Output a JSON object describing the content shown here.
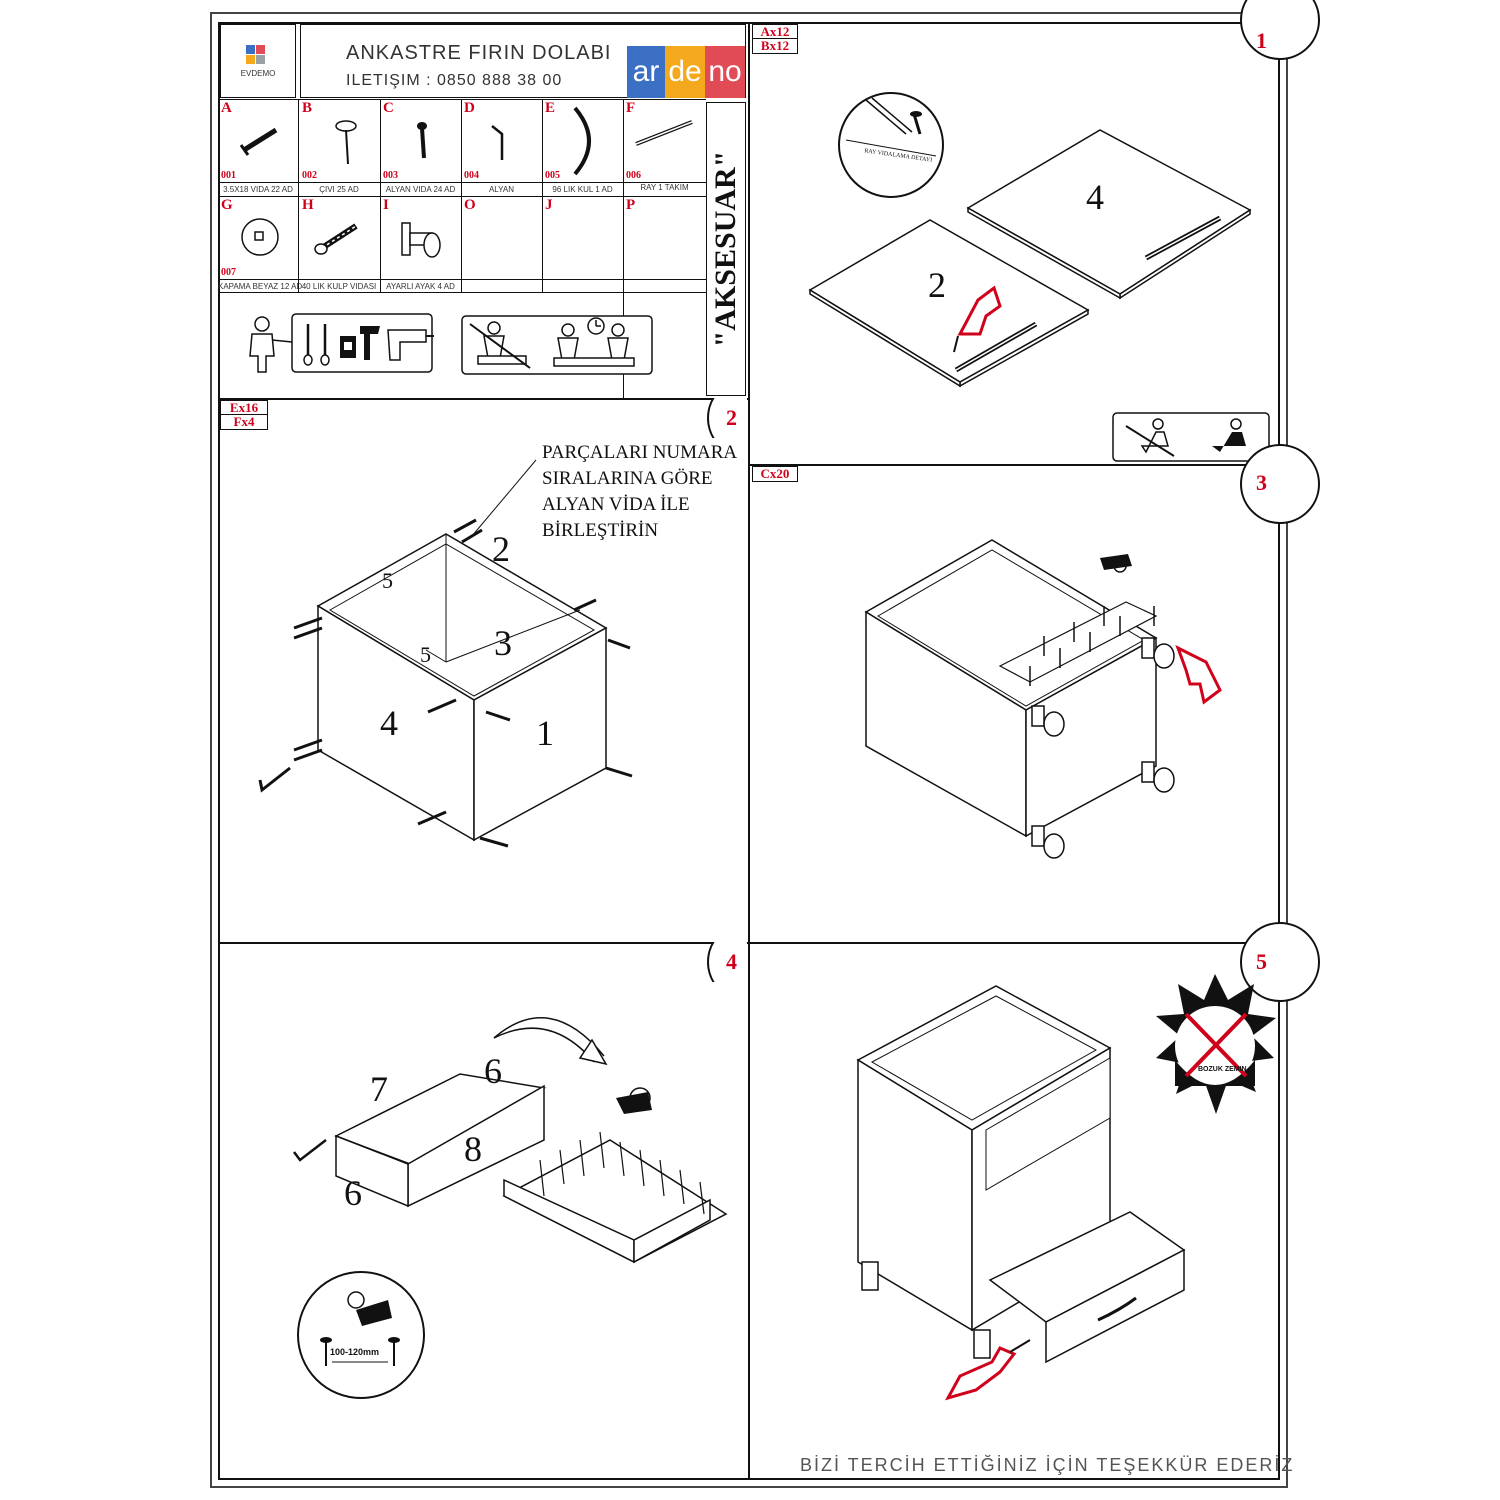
{
  "header": {
    "company_logo_text": "EVDEMO",
    "title": "ANKASTRE FIRIN DOLABI",
    "contact": "ILETIŞIM : 0850 888 38 00",
    "brand_parts": [
      "ar",
      "de",
      "no"
    ],
    "brand_colors": [
      "#3a6fc4",
      "#f3a91b",
      "#e14b56"
    ],
    "accent_red": "#d0021b"
  },
  "accessories": {
    "section_label": "\"AKSESUAR\"",
    "items": [
      {
        "letter": "A",
        "code": "001",
        "caption": "3.5X18 VIDA 22 AD",
        "icon": "screw-icon"
      },
      {
        "letter": "B",
        "code": "002",
        "caption": "ÇIVI 25 AD",
        "icon": "nail-icon"
      },
      {
        "letter": "C",
        "code": "003",
        "caption": "ALYAN VIDA 24 AD",
        "icon": "allen-screw-icon"
      },
      {
        "letter": "D",
        "code": "004",
        "caption": "ALYAN",
        "icon": "allen-key-icon"
      },
      {
        "letter": "E",
        "code": "005",
        "caption": "96 LIK KUL 1 AD",
        "icon": "handle-icon"
      },
      {
        "letter": "F",
        "code": "006",
        "caption": "RAY 1 TAKIM",
        "icon": "rail-icon"
      },
      {
        "letter": "G",
        "code": "007",
        "caption": "KAPAMA BEYAZ  12 AD",
        "icon": "cap-icon"
      },
      {
        "letter": "H",
        "code": "",
        "caption": "40 LIK KULP VIDASI",
        "icon": "handle-screw-icon"
      },
      {
        "letter": "I",
        "code": "",
        "caption": "AYARLI AYAK 4 AD",
        "icon": "adjustable-foot-icon"
      },
      {
        "letter": "O",
        "code": "",
        "caption": "",
        "icon": ""
      },
      {
        "letter": "J",
        "code": "",
        "caption": "",
        "icon": ""
      },
      {
        "letter": "P",
        "code": "",
        "caption": "",
        "icon": ""
      }
    ]
  },
  "steps": [
    {
      "number": "1",
      "tags": [
        "Ax12",
        "Bx12"
      ],
      "detail_label": "RAY VIDALAMA DETAYI",
      "parts": [
        "4",
        "2"
      ]
    },
    {
      "number": "2",
      "tags": [
        "Ex16",
        "Fx4"
      ],
      "instruction": [
        "PARÇALARI NUMARA",
        "SIRALARINA GÖRE",
        "ALYAN VİDA İLE",
        "BİRLEŞTİRİN"
      ],
      "parts": [
        "2",
        "5",
        "5",
        "3",
        "4",
        "1"
      ]
    },
    {
      "number": "3",
      "tags": [
        "Cx20"
      ]
    },
    {
      "number": "4",
      "parts": [
        "7",
        "6",
        "8",
        "6"
      ],
      "distance_label": "100-120mm"
    },
    {
      "number": "5",
      "warning_label": "BOZUK ZEMIN"
    }
  ],
  "footer": {
    "thanks": "BİZİ TERCİH ETTİĞİNİZ İÇİN TEŞEKKÜR EDERİZ"
  }
}
